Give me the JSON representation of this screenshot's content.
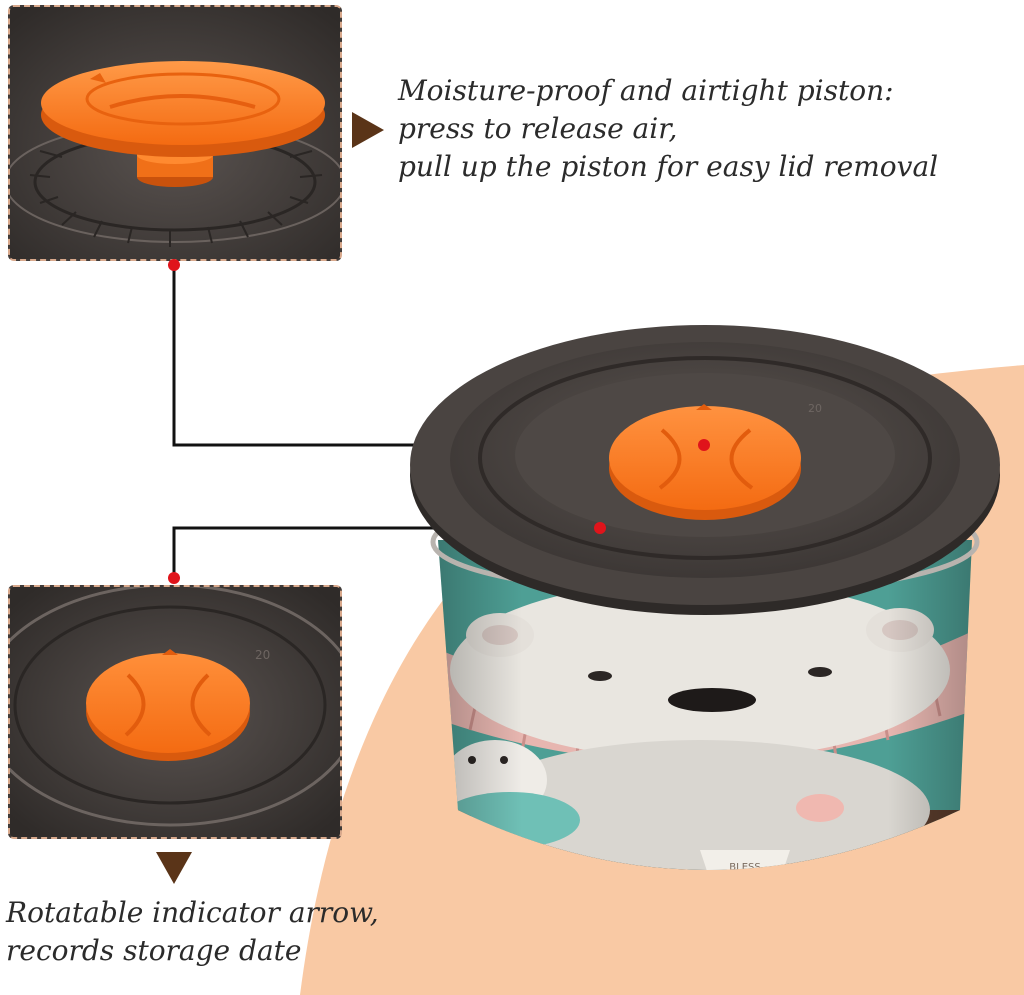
{
  "callouts": {
    "piston": {
      "lines": [
        "Moisture-proof and airtight piston:",
        "press to release air,",
        "pull up the piston for easy lid removal"
      ]
    },
    "indicator": {
      "lines": [
        "Rotatable indicator arrow,",
        "records storage date"
      ]
    }
  },
  "lid_scale_number": "20",
  "mug_label": "BLESS",
  "colors": {
    "piston_orange": "#ff7a1f",
    "lid_gray": "#4a4441",
    "peach": "#f9c9a4",
    "arrow_brown": "#5a3418",
    "marker_red": "#e0141b",
    "teal": "#4e9f95"
  }
}
